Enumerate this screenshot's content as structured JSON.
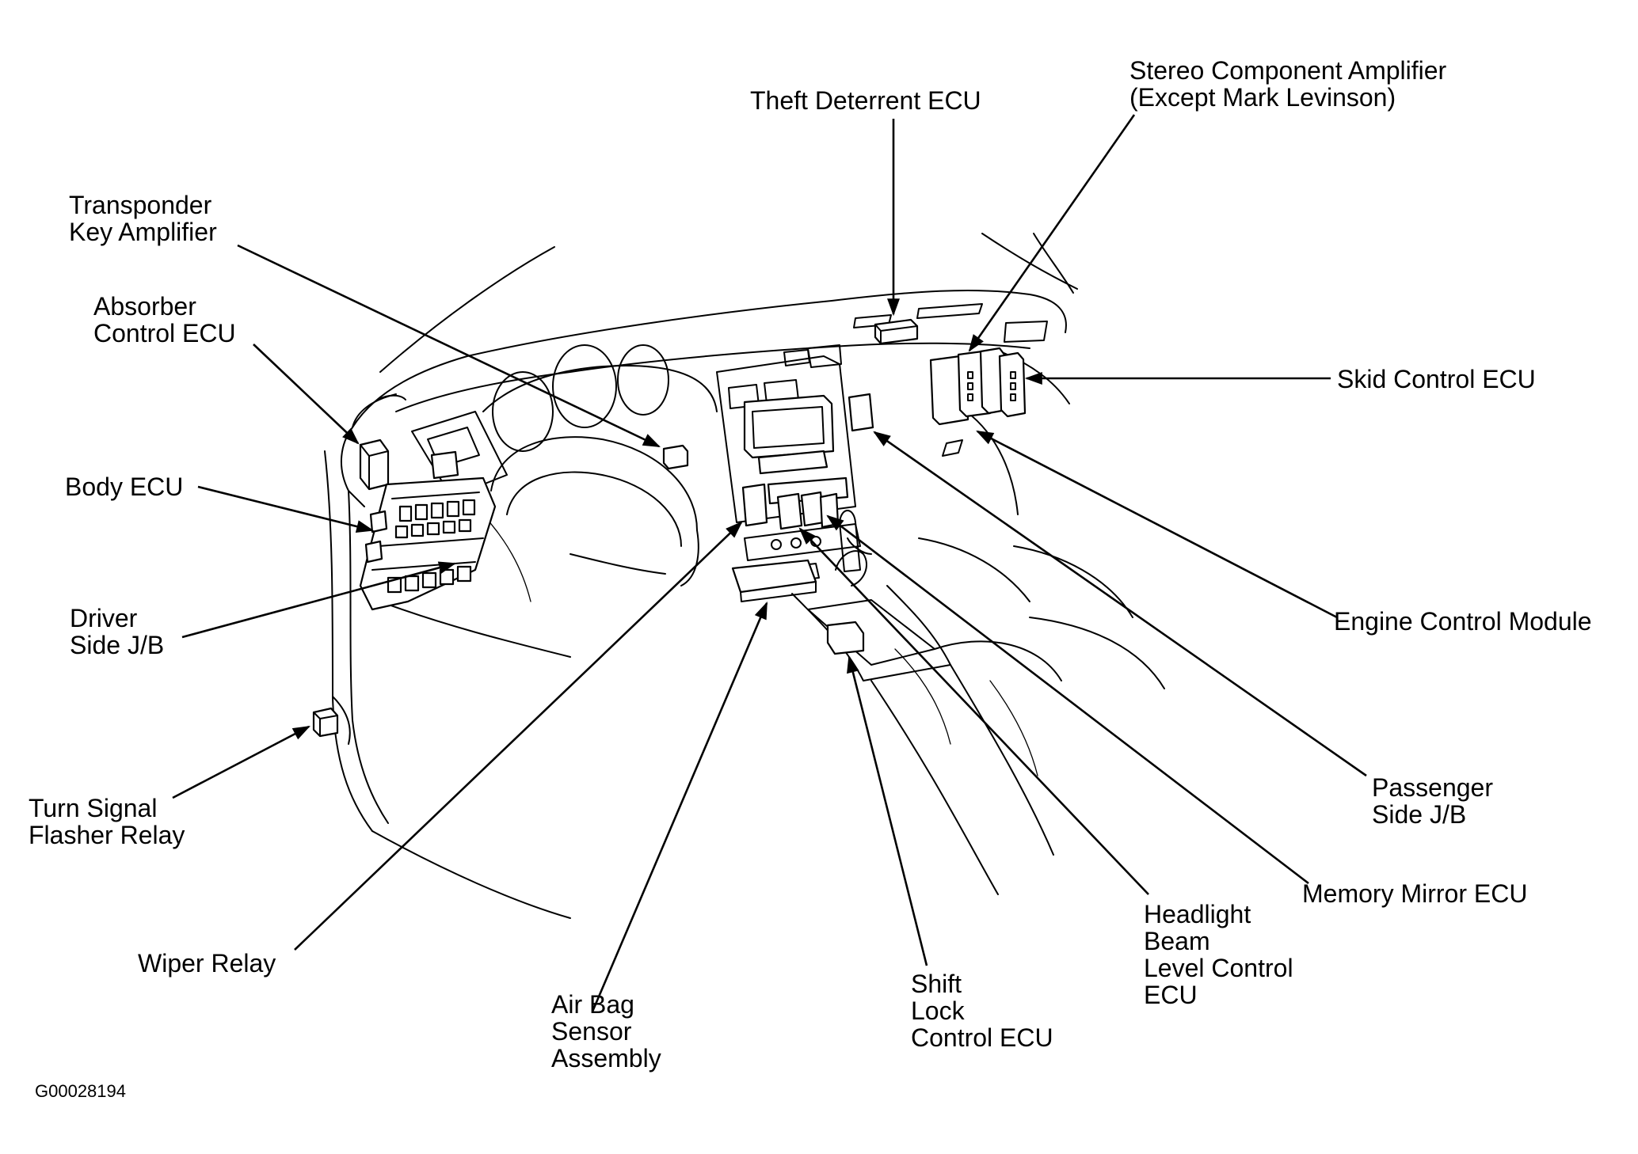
{
  "labels": {
    "theft_deterrent_ecu": [
      "Theft Deterrent ECU"
    ],
    "stereo_component_amplifier": [
      "Stereo Component Amplifier",
      "(Except Mark Levinson)"
    ],
    "transponder_key_amplifier": [
      "Transponder",
      "Key Amplifier"
    ],
    "absorber_control_ecu": [
      "Absorber",
      "Control ECU"
    ],
    "skid_control_ecu": [
      "Skid Control ECU"
    ],
    "body_ecu": [
      "Body ECU"
    ],
    "driver_side_jb": [
      "Driver",
      "Side J/B"
    ],
    "engine_control_module": [
      "Engine Control Module"
    ],
    "turn_signal_flasher_relay": [
      "Turn Signal",
      "Flasher Relay"
    ],
    "passenger_side_jb": [
      "Passenger",
      "Side J/B"
    ],
    "memory_mirror_ecu": [
      "Memory Mirror ECU"
    ],
    "wiper_relay": [
      "Wiper Relay"
    ],
    "headlight_beam_level_control_ecu": [
      "Headlight",
      "Beam",
      "Level Control",
      "ECU"
    ],
    "shift_lock_control_ecu": [
      "Shift",
      "Lock",
      "Control ECU"
    ],
    "air_bag_sensor_assembly": [
      "Air Bag",
      "Sensor",
      "Assembly"
    ]
  },
  "figure_code": "G00028194"
}
